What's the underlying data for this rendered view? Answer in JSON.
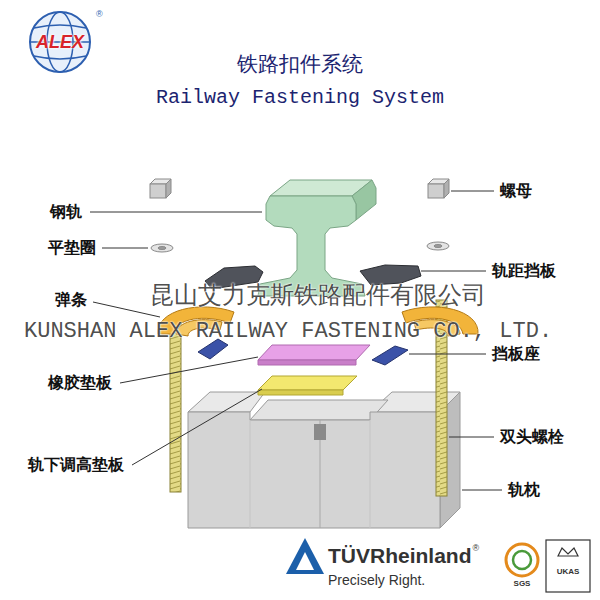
{
  "diagram": {
    "title": "铁路扣件系统",
    "labels": [
      "Railway Fastening System",
      "钢轨",
      "平垫圈",
      "弹条",
      "橡胶垫板",
      "轨下调高垫板",
      "螺母",
      "轨距挡板",
      "挡板座",
      "双头螺栓",
      "轨枕",
      "昆山艾力克斯铁路配件有限公司",
      "KUNSHAN ALEX RAILWAY FASTENING CO., LTD.",
      "ALEX",
      "®",
      "TÜVRheinland",
      "®",
      "Precisely Right.",
      "SGS",
      "UKAS"
    ]
  }
}
